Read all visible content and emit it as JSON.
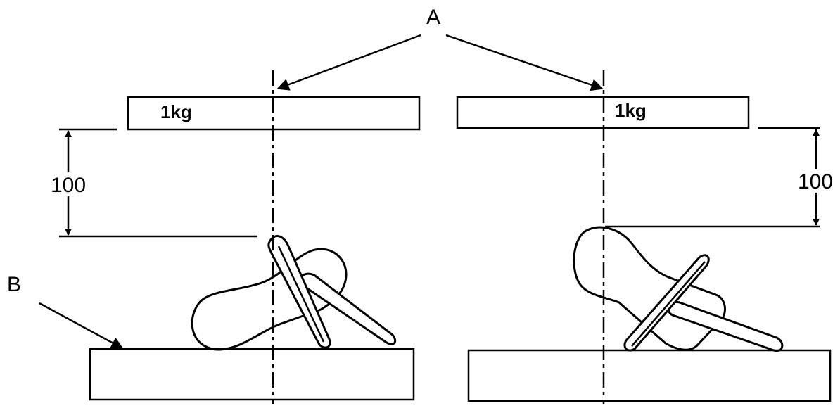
{
  "labels": {
    "callout_a": "A",
    "callout_b": "B",
    "weight_left": "1kg",
    "weight_right": "1kg",
    "drop_height_left": "100",
    "drop_height_right": "100"
  },
  "colors": {
    "ink": "#000000",
    "background": "#ffffff"
  }
}
